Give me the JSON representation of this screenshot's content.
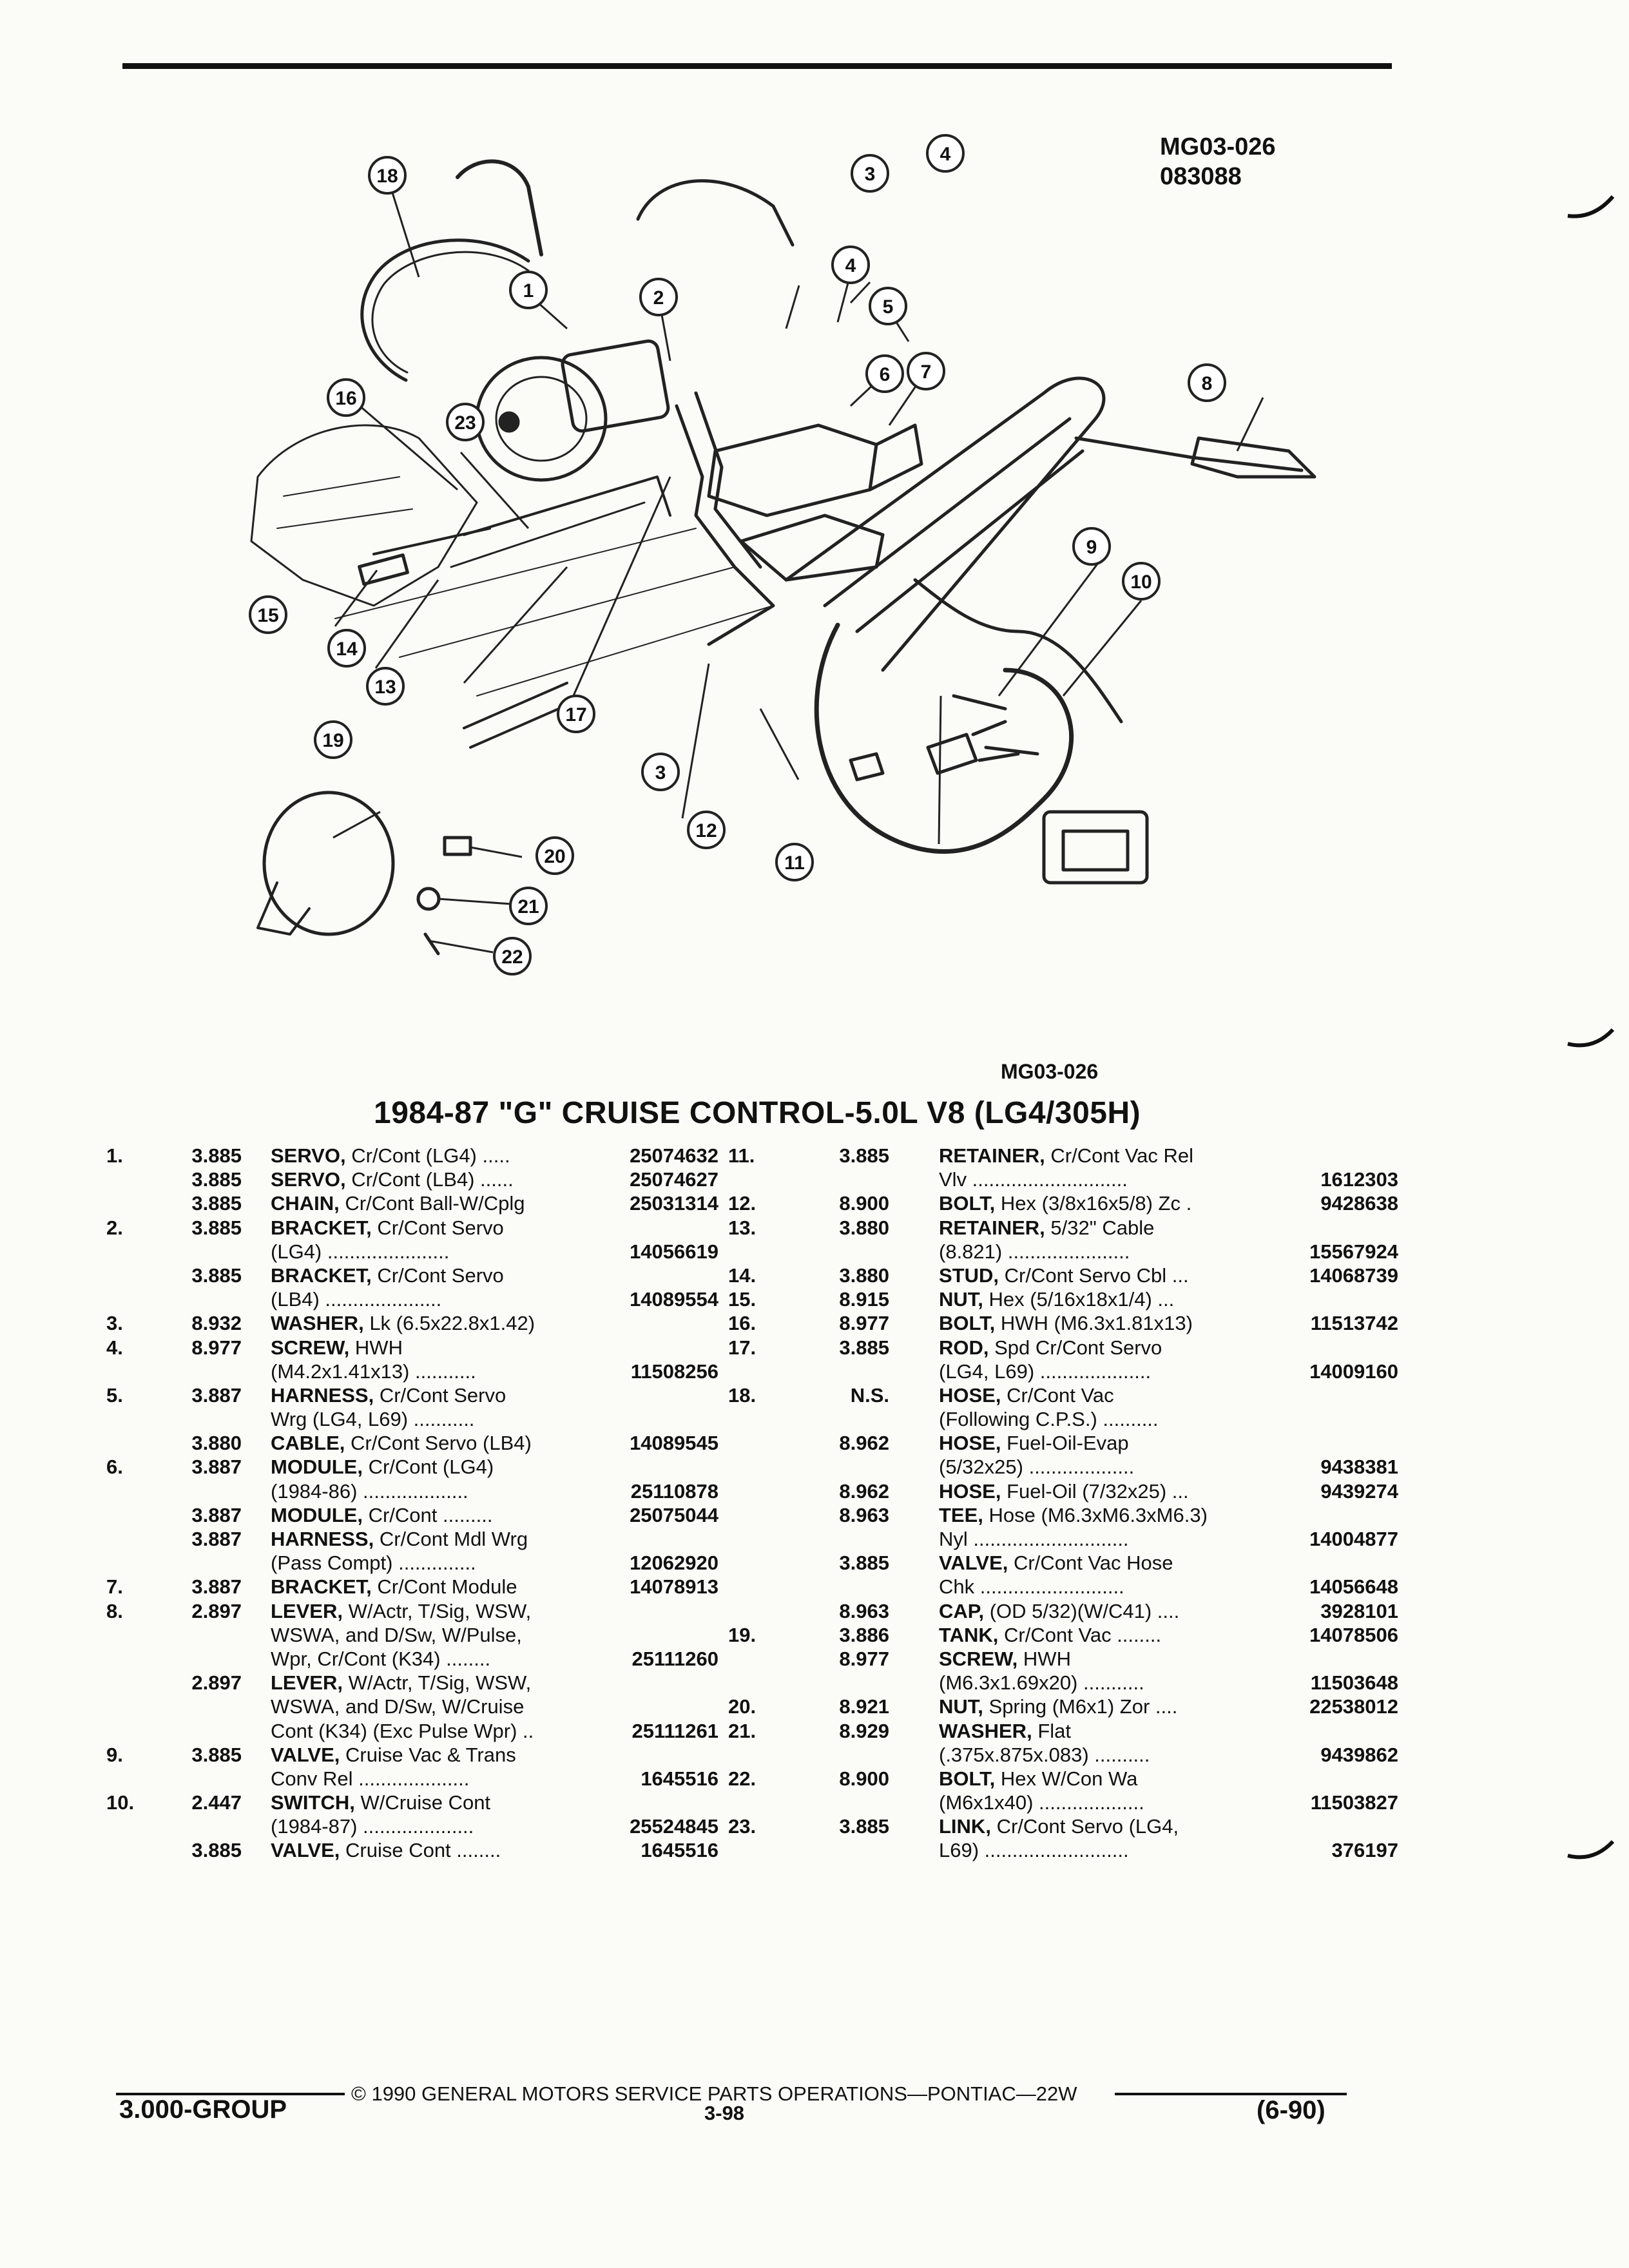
{
  "header": {
    "code_lines": [
      "MG03-026",
      "083088"
    ]
  },
  "diagram": {
    "callouts": [
      "1",
      "2",
      "3",
      "4",
      "5",
      "6",
      "7",
      "8",
      "9",
      "10",
      "11",
      "12",
      "13",
      "14",
      "15",
      "16",
      "17",
      "18",
      "19",
      "20",
      "21",
      "22",
      "23",
      "3",
      "4"
    ]
  },
  "figure_label": "MG03-026",
  "title": "1984-87 \"G\" CRUISE CONTROL-5.0L V8 (LG4/305H)",
  "parts_left": [
    {
      "no": "1.",
      "grp": "3.885",
      "name": "SERVO,",
      "desc": "Cr/Cont (LG4) .....",
      "part": "25074632"
    },
    {
      "no": "",
      "grp": "3.885",
      "name": "SERVO,",
      "desc": "Cr/Cont (LB4) ......",
      "part": "25074627"
    },
    {
      "no": "",
      "grp": "3.885",
      "name": "CHAIN,",
      "desc": "Cr/Cont Ball-W/Cplg",
      "part": "25031314"
    },
    {
      "no": "2.",
      "grp": "3.885",
      "name": "BRACKET,",
      "desc": "Cr/Cont Servo",
      "part": ""
    },
    {
      "no": "",
      "grp": "",
      "name": "",
      "desc": "(LG4) ......................",
      "part": "14056619"
    },
    {
      "no": "",
      "grp": "3.885",
      "name": "BRACKET,",
      "desc": "Cr/Cont Servo",
      "part": ""
    },
    {
      "no": "",
      "grp": "",
      "name": "",
      "desc": "(LB4) .....................",
      "part": "14089554"
    },
    {
      "no": "3.",
      "grp": "8.932",
      "name": "WASHER,",
      "desc": "Lk (6.5x22.8x1.42)",
      "part": ""
    },
    {
      "no": "4.",
      "grp": "8.977",
      "name": "SCREW,",
      "desc": "HWH",
      "part": ""
    },
    {
      "no": "",
      "grp": "",
      "name": "",
      "desc": "(M4.2x1.41x13) ...........",
      "part": "11508256"
    },
    {
      "no": "5.",
      "grp": "3.887",
      "name": "HARNESS,",
      "desc": "Cr/Cont Servo",
      "part": ""
    },
    {
      "no": "",
      "grp": "",
      "name": "",
      "desc": "Wrg (LG4, L69) ...........",
      "part": ""
    },
    {
      "no": "",
      "grp": "3.880",
      "name": "CABLE,",
      "desc": "Cr/Cont Servo (LB4)",
      "part": "14089545"
    },
    {
      "no": "6.",
      "grp": "3.887",
      "name": "MODULE,",
      "desc": "Cr/Cont (LG4)",
      "part": ""
    },
    {
      "no": "",
      "grp": "",
      "name": "",
      "desc": "(1984-86) ...................",
      "part": "25110878"
    },
    {
      "no": "",
      "grp": "3.887",
      "name": "MODULE,",
      "desc": "Cr/Cont .........",
      "part": "25075044"
    },
    {
      "no": "",
      "grp": "3.887",
      "name": "HARNESS,",
      "desc": "Cr/Cont Mdl Wrg",
      "part": ""
    },
    {
      "no": "",
      "grp": "",
      "name": "",
      "desc": "(Pass Compt) ..............",
      "part": "12062920"
    },
    {
      "no": "7.",
      "grp": "3.887",
      "name": "BRACKET,",
      "desc": "Cr/Cont Module",
      "part": "14078913"
    },
    {
      "no": "8.",
      "grp": "2.897",
      "name": "LEVER,",
      "desc": "W/Actr, T/Sig, WSW,",
      "part": ""
    },
    {
      "no": "",
      "grp": "",
      "name": "",
      "desc": "WSWA, and D/Sw, W/Pulse,",
      "part": ""
    },
    {
      "no": "",
      "grp": "",
      "name": "",
      "desc": "Wpr, Cr/Cont (K34) ........",
      "part": "25111260"
    },
    {
      "no": "",
      "grp": "2.897",
      "name": "LEVER,",
      "desc": "W/Actr, T/Sig, WSW,",
      "part": ""
    },
    {
      "no": "",
      "grp": "",
      "name": "",
      "desc": "WSWA, and D/Sw, W/Cruise",
      "part": ""
    },
    {
      "no": "",
      "grp": "",
      "name": "",
      "desc": "Cont (K34) (Exc Pulse Wpr) ..",
      "part": "25111261"
    },
    {
      "no": "9.",
      "grp": "3.885",
      "name": "VALVE,",
      "desc": "Cruise Vac & Trans",
      "part": ""
    },
    {
      "no": "",
      "grp": "",
      "name": "",
      "desc": "Conv Rel ....................",
      "part": "1645516"
    },
    {
      "no": "10.",
      "grp": "2.447",
      "name": "SWITCH,",
      "desc": "W/Cruise Cont",
      "part": ""
    },
    {
      "no": "",
      "grp": "",
      "name": "",
      "desc": "(1984-87) ....................",
      "part": "25524845"
    },
    {
      "no": "",
      "grp": "3.885",
      "name": "VALVE,",
      "desc": "Cruise Cont ........",
      "part": "1645516"
    }
  ],
  "parts_right": [
    {
      "no": "11.",
      "grp": "3.885",
      "name": "RETAINER,",
      "desc": "Cr/Cont Vac Rel",
      "part": ""
    },
    {
      "no": "",
      "grp": "",
      "name": "",
      "desc": "Vlv ............................",
      "part": "1612303"
    },
    {
      "no": "12.",
      "grp": "8.900",
      "name": "BOLT,",
      "desc": "Hex (3/8x16x5/8) Zc .",
      "part": "9428638"
    },
    {
      "no": "13.",
      "grp": "3.880",
      "name": "RETAINER,",
      "desc": "5/32\" Cable",
      "part": ""
    },
    {
      "no": "",
      "grp": "",
      "name": "",
      "desc": "(8.821) ......................",
      "part": "15567924"
    },
    {
      "no": "14.",
      "grp": "3.880",
      "name": "STUD,",
      "desc": "Cr/Cont Servo Cbl ...",
      "part": "14068739"
    },
    {
      "no": "15.",
      "grp": "8.915",
      "name": "NUT,",
      "desc": "Hex (5/16x18x1/4) ...",
      "part": ""
    },
    {
      "no": "16.",
      "grp": "8.977",
      "name": "BOLT,",
      "desc": "HWH (M6.3x1.81x13)",
      "part": "11513742"
    },
    {
      "no": "17.",
      "grp": "3.885",
      "name": "ROD,",
      "desc": "Spd Cr/Cont Servo",
      "part": ""
    },
    {
      "no": "",
      "grp": "",
      "name": "",
      "desc": "(LG4, L69) ....................",
      "part": "14009160"
    },
    {
      "no": "18.",
      "grp": "N.S.",
      "name": "HOSE,",
      "desc": "Cr/Cont Vac",
      "part": ""
    },
    {
      "no": "",
      "grp": "",
      "name": "",
      "desc": "(Following C.P.S.) ..........",
      "part": ""
    },
    {
      "no": "",
      "grp": "8.962",
      "name": "HOSE,",
      "desc": "Fuel-Oil-Evap",
      "part": ""
    },
    {
      "no": "",
      "grp": "",
      "name": "",
      "desc": "(5/32x25) ...................",
      "part": "9438381"
    },
    {
      "no": "",
      "grp": "8.962",
      "name": "HOSE,",
      "desc": "Fuel-Oil (7/32x25) ...",
      "part": "9439274"
    },
    {
      "no": "",
      "grp": "8.963",
      "name": "TEE,",
      "desc": "Hose (M6.3xM6.3xM6.3)",
      "part": ""
    },
    {
      "no": "",
      "grp": "",
      "name": "",
      "desc": "Nyl ............................",
      "part": "14004877"
    },
    {
      "no": "",
      "grp": "3.885",
      "name": "VALVE,",
      "desc": "Cr/Cont Vac Hose",
      "part": ""
    },
    {
      "no": "",
      "grp": "",
      "name": "",
      "desc": "Chk ..........................",
      "part": "14056648"
    },
    {
      "no": "",
      "grp": "8.963",
      "name": "CAP,",
      "desc": "(OD 5/32)(W/C41) ....",
      "part": "3928101"
    },
    {
      "no": "19.",
      "grp": "3.886",
      "name": "TANK,",
      "desc": "Cr/Cont Vac ........",
      "part": "14078506"
    },
    {
      "no": "",
      "grp": "8.977",
      "name": "SCREW,",
      "desc": "HWH",
      "part": ""
    },
    {
      "no": "",
      "grp": "",
      "name": "",
      "desc": "(M6.3x1.69x20) ...........",
      "part": "11503648"
    },
    {
      "no": "20.",
      "grp": "8.921",
      "name": "NUT,",
      "desc": "Spring (M6x1) Zor ....",
      "part": "22538012"
    },
    {
      "no": "21.",
      "grp": "8.929",
      "name": "WASHER,",
      "desc": "Flat",
      "part": ""
    },
    {
      "no": "",
      "grp": "",
      "name": "",
      "desc": "(.375x.875x.083) ..........",
      "part": "9439862"
    },
    {
      "no": "22.",
      "grp": "8.900",
      "name": "BOLT,",
      "desc": "Hex W/Con Wa",
      "part": ""
    },
    {
      "no": "",
      "grp": "",
      "name": "",
      "desc": "(M6x1x40) ...................",
      "part": "11503827"
    },
    {
      "no": "23.",
      "grp": "3.885",
      "name": "LINK,",
      "desc": "Cr/Cont Servo (LG4,",
      "part": ""
    },
    {
      "no": "",
      "grp": "",
      "name": "",
      "desc": "L69) ..........................",
      "part": "376197"
    }
  ],
  "footer": {
    "copyright": "© 1990 GENERAL MOTORS SERVICE PARTS OPERATIONS—PONTIAC—22W",
    "group": "3.000-GROUP",
    "page": "3-98",
    "date": "(6-90)"
  }
}
